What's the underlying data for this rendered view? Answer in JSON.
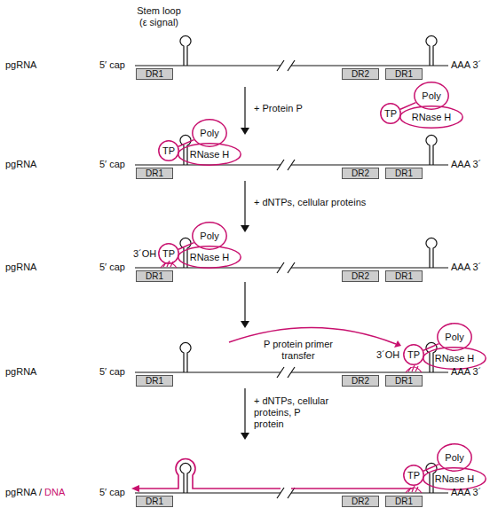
{
  "diagram": {
    "nodes": [
      {
        "text": [
          "DR1"
        ]
      },
      {
        "text": [
          "DR2"
        ]
      },
      {
        "text": [
          "DR1"
        ]
      },
      {
        "text": [
          "TP"
        ]
      },
      {
        "text": [
          "Poly"
        ]
      },
      {
        "text": [
          "RNase H"
        ]
      },
      {
        "text": [
          "TP"
        ]
      },
      {
        "text": [
          "Poly"
        ]
      },
      {
        "text": [
          "RNase H"
        ]
      },
      {
        "text": [
          "DR1"
        ]
      },
      {
        "text": [
          "DR2"
        ]
      },
      {
        "text": [
          "DR1"
        ]
      },
      {
        "text": [
          "TP"
        ]
      },
      {
        "text": [
          "Poly"
        ]
      },
      {
        "text": [
          "RNase H"
        ]
      },
      {
        "text": [
          "DR1"
        ]
      },
      {
        "text": [
          "DR2"
        ]
      },
      {
        "text": [
          "DR1"
        ]
      },
      {
        "text": [
          "TP"
        ]
      },
      {
        "text": [
          "Poly"
        ]
      },
      {
        "text": [
          "RNase H"
        ]
      },
      {
        "text": [
          "DR1"
        ]
      },
      {
        "text": [
          "DR2"
        ]
      },
      {
        "text": [
          "DR1"
        ]
      },
      {
        "text": [
          "TP"
        ]
      },
      {
        "text": [
          "Poly"
        ]
      },
      {
        "text": [
          "RNase H"
        ]
      },
      {
        "text": [
          "DR1"
        ]
      },
      {
        "text": [
          "DR2"
        ]
      },
      {
        "text": [
          "DR1"
        ]
      }
    ],
    "edges": [
      {
        "from": 3,
        "to": 4,
        "arrow": "none"
      },
      {
        "from": 6,
        "to": 7,
        "arrow": "none"
      },
      {
        "from": 12,
        "to": 13,
        "arrow": "none"
      },
      {
        "from": 18,
        "to": 19,
        "arrow": "none"
      },
      {
        "from": 24,
        "to": 25,
        "arrow": "none"
      }
    ],
    "labels": [
      "Stem loop (ε signal)",
      "pgRNA",
      "5′ cap",
      "AAA 3´",
      "+ Protein P",
      "pgRNA",
      "5′ cap",
      "AAA 3´",
      "+ dNTPs, cellular proteins",
      "pgRNA",
      "3´OH",
      "5′ cap",
      "AAA 3´",
      "P protein primer transfer",
      "pgRNA",
      "5′ cap",
      "3´OH",
      "AAA 3´",
      "+ dNTPs, cellular proteins, P protein",
      "pgRNA /",
      "DNA",
      "5′ cap",
      "AAA 3´"
    ]
  }
}
